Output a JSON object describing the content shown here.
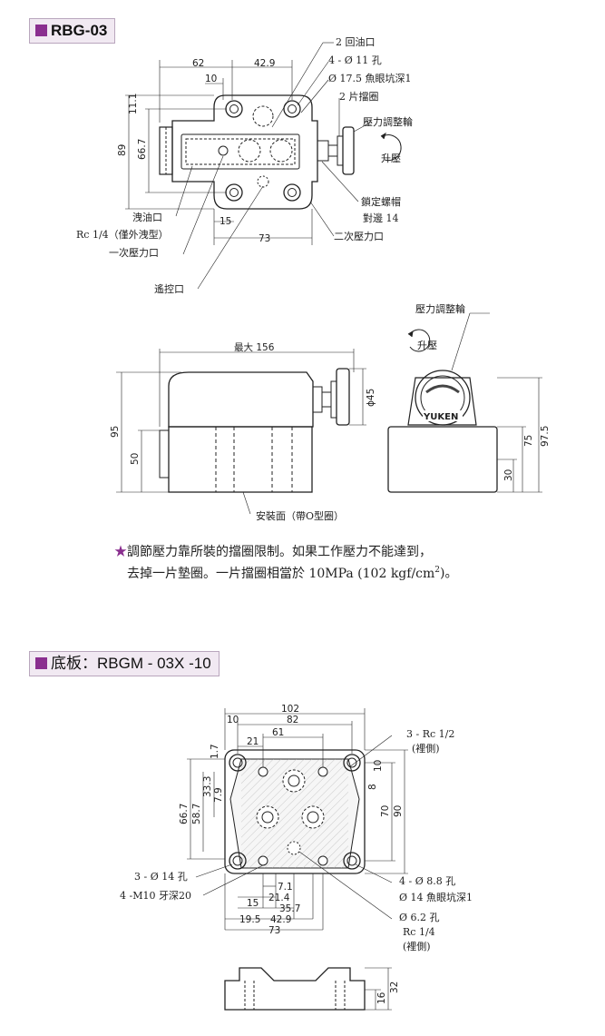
{
  "section1": {
    "title": "RBG-03"
  },
  "section2": {
    "title": "底板：RBGM - 03X -10"
  },
  "top_view": {
    "dims": {
      "d62": "62",
      "d42_9": "42.9",
      "d10": "10",
      "d11_1": "11.1",
      "d89": "89",
      "d66_7": "66.7",
      "d15": "15",
      "d73": "73"
    },
    "labels": {
      "return_port": "2 回油口",
      "holes": "4 - Ø 11 孔",
      "counterbore": "Ø 17.5 魚眼坑深1",
      "spacers": "2 片擋圈",
      "wheel": "壓力調整輪",
      "raise": "升壓",
      "lock_nut": "鎖定螺帽",
      "lock_nut_size": "對邊 14",
      "secondary_port": "二次壓力口",
      "drain_port": "洩油口",
      "drain_note": "Rc 1/4（僅外洩型）",
      "primary_port": "一次壓力口",
      "remote_port": "遙控口"
    }
  },
  "side_view": {
    "dims": {
      "max156": "最大 156",
      "d95": "95",
      "d50": "50",
      "dia45": "ϕ45",
      "d75": "75",
      "d97_5": "97.5",
      "d30": "30"
    },
    "labels": {
      "wheel": "壓力調整輪",
      "raise": "升壓",
      "brand": "YUKEN",
      "mount": "安裝面（帶O型圈）"
    }
  },
  "note": {
    "star": "★",
    "line1": "調節壓力靠所裝的擋圈限制。如果工作壓力不能達到，",
    "line2a": "去掉一片墊圈。一片擋圈相當於 10MPa (102 kgf/cm",
    "sup": "2",
    "line2b": ")。"
  },
  "base_plate": {
    "dims": {
      "d102": "102",
      "d10": "10",
      "d82": "82",
      "d61": "61",
      "d21": "21",
      "d1_7": "1.7",
      "d10r": "10",
      "d8": "8",
      "d33_3": "33.3",
      "d7_9": "7.9",
      "d66_7": "66.7",
      "d58_7": "58.7",
      "d70": "70",
      "d90": "90",
      "d7_1": "7.1",
      "d21_4": "21.4",
      "d15": "15",
      "d35_7": "35.7",
      "d19_5": "19.5",
      "d42_9": "42.9",
      "d73": "73",
      "d16": "16",
      "d32": "32"
    },
    "labels": {
      "rc12": "3 - Rc 1/2",
      "rc12_side": "(裡側)",
      "holes14": "3 - Ø 14 孔",
      "m10": "4 -M10 牙深20",
      "holes88": "4 - Ø 8.8 孔",
      "cb14": "Ø 14 魚眼坑深1",
      "hole62": "Ø 6.2 孔",
      "rc14": "Rc 1/4",
      "rc14_side": "(裡側)"
    }
  }
}
